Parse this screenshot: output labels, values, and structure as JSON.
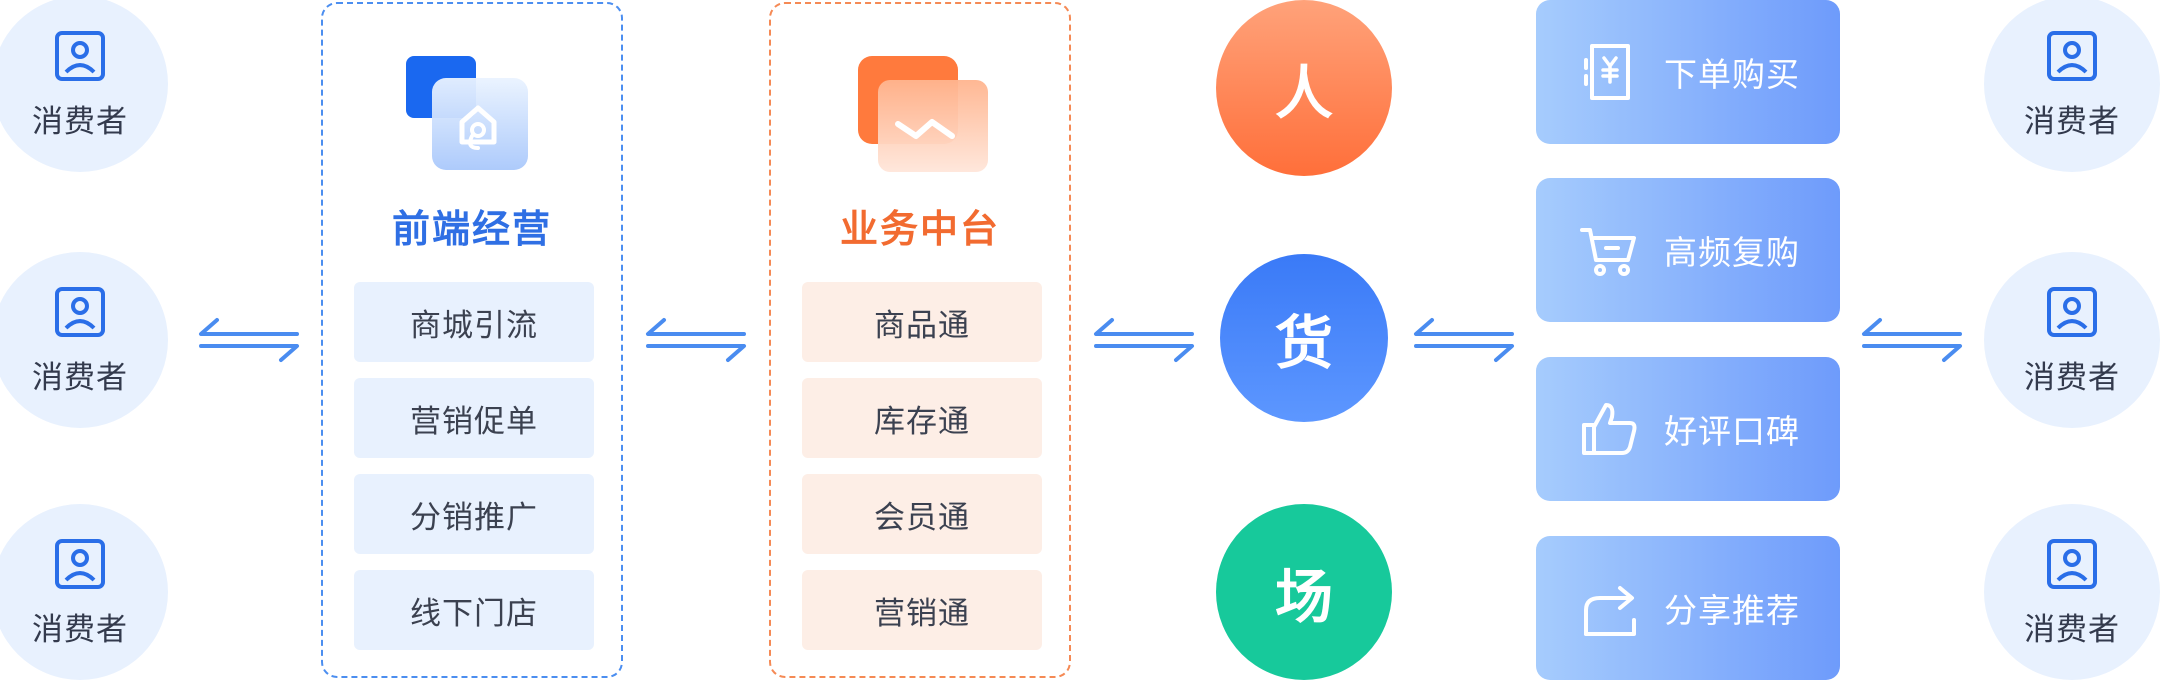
{
  "consumers": [
    {
      "label": "消费者"
    },
    {
      "label": "消费者"
    },
    {
      "label": "消费者"
    },
    {
      "label": "消费者"
    },
    {
      "label": "消费者"
    },
    {
      "label": "消费者"
    }
  ],
  "front_panel": {
    "title": "前端经营",
    "items": [
      "商城引流",
      "营销促单",
      "分销推广",
      "线下门店"
    ]
  },
  "middle_panel": {
    "title": "业务中台",
    "items": [
      "商品通",
      "库存通",
      "会员通",
      "营销通"
    ]
  },
  "pillars": [
    {
      "label": "人"
    },
    {
      "label": "货"
    },
    {
      "label": "场"
    }
  ],
  "benefits": [
    {
      "label": "下单购买",
      "icon": "receipt-yen-icon"
    },
    {
      "label": "高频复购",
      "icon": "shopping-cart-icon"
    },
    {
      "label": "好评口碑",
      "icon": "thumbs-up-icon"
    },
    {
      "label": "分享推荐",
      "icon": "share-icon"
    }
  ],
  "colors": {
    "consumer_bg": "#e8f1fe",
    "front_accent": "#2f6fe4",
    "middle_accent": "#f26b30",
    "ren": "#ff7e4a",
    "huo": "#4a88fb",
    "chang": "#17c99b",
    "arrow": "#4a8cf0"
  }
}
